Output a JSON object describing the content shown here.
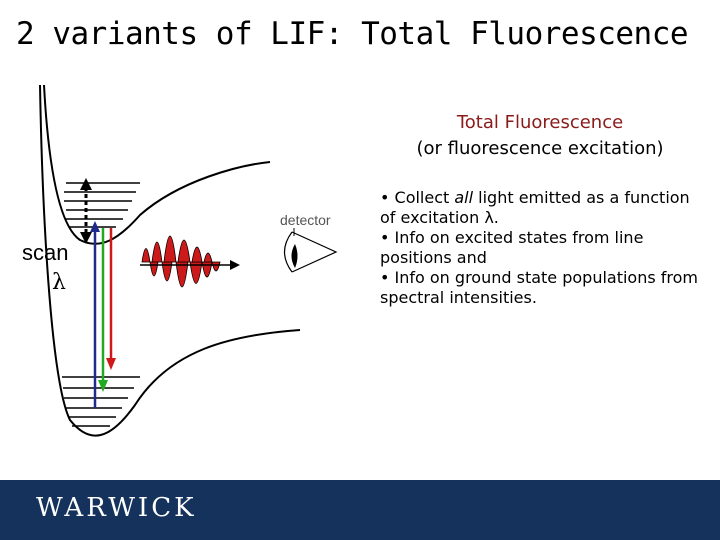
{
  "slide": {
    "title": "2 variants of LIF: Total Fluorescence"
  },
  "diagram": {
    "scan_label": "scan",
    "lambda_symbol": "λ",
    "detector_label": "detector"
  },
  "right_panel": {
    "heading": "Total Fluorescence",
    "subheading": "(or fluorescence excitation)",
    "bullets": [
      {
        "prefix": "• Collect ",
        "emphasis": "all",
        "suffix": " light emitted as a function of excitation λ."
      },
      {
        "text": "• Info on excited states from line positions and"
      },
      {
        "text": "• Info on ground state populations from spectral intensities."
      }
    ]
  },
  "footer": {
    "logo_text": "WARWICK"
  },
  "colors": {
    "heading": "#8b1a1a",
    "footer_bg": "#14325c",
    "arrow_green": "#22aa22",
    "arrow_red": "#d01818",
    "arrow_blue": "#1f2a8a",
    "wave": "#cc1a1a"
  }
}
